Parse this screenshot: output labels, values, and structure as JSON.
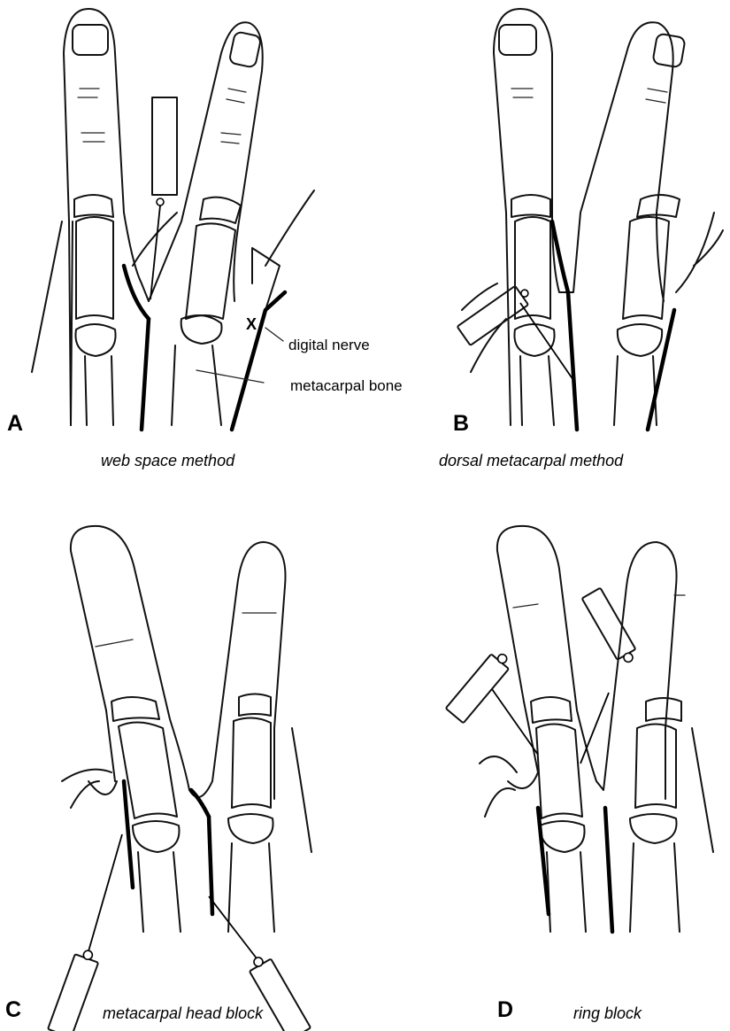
{
  "panels": {
    "a": {
      "letter": "A",
      "caption": "web space method",
      "labels": {
        "nerve_mark": "X",
        "nerve": "digital nerve",
        "bone": "metacarpal bone"
      }
    },
    "b": {
      "letter": "B",
      "caption": "dorsal metacarpal method"
    },
    "c": {
      "letter": "C",
      "caption": "metacarpal head block"
    },
    "d": {
      "letter": "D",
      "caption": "ring block"
    }
  }
}
